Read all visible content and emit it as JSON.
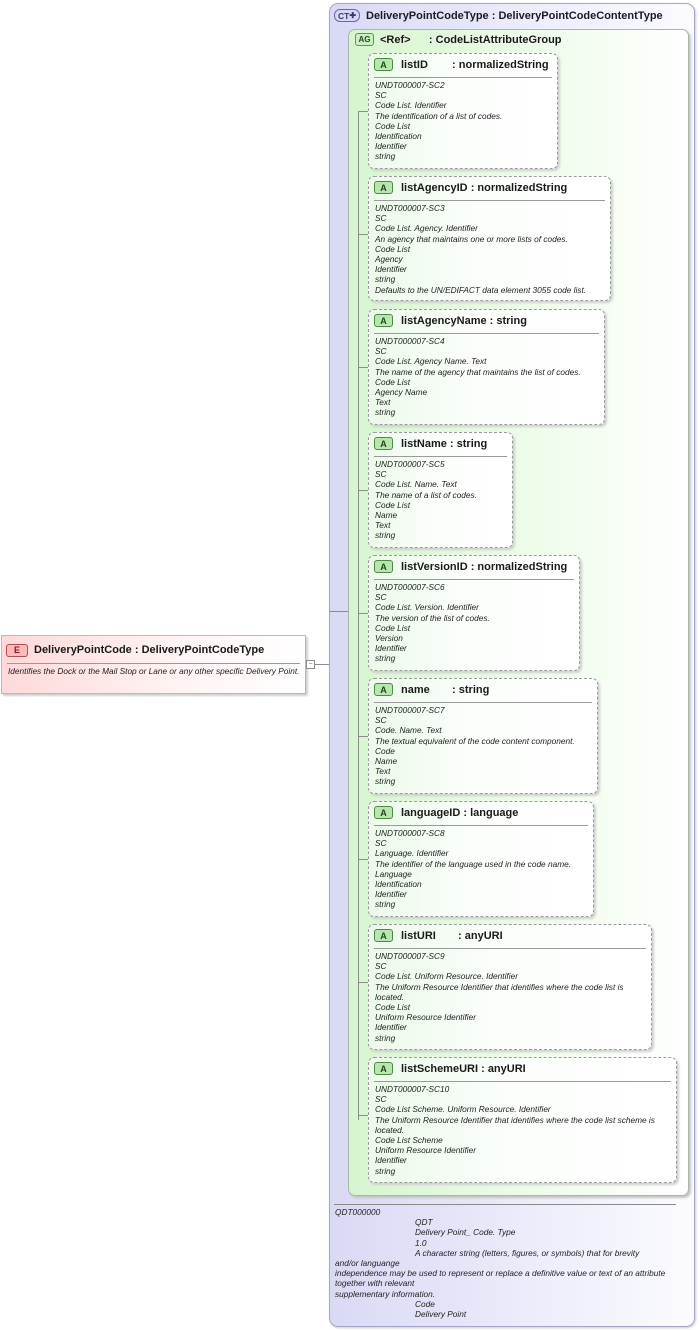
{
  "element": {
    "badge": "E",
    "name": "DeliveryPointCode",
    "type": "DeliveryPointCodeType",
    "documentation": "Identifies the Dock or the Mail Stop or Lane or any other specific Delivery Point."
  },
  "complex_type": {
    "badge": "CT",
    "name": "DeliveryPointCodeType",
    "base": "DeliveryPointCodeContentType",
    "doc_id": "QDT000000",
    "doc_indented_1": [
      "QDT",
      "Delivery Point_ Code. Type",
      "1.0",
      "A character string (letters, figures, or symbols) that for brevity"
    ],
    "doc_full": [
      "and/or languange",
      "independence may be used to represent or replace a definitive value or text of an attribute together with relevant",
      "supplementary information."
    ],
    "doc_indented_2": [
      "Code",
      "Delivery Point"
    ]
  },
  "attribute_group": {
    "badge": "AG",
    "name": "<Ref>",
    "type": "CodeListAttributeGroup"
  },
  "attributes": [
    {
      "badge": "A",
      "name": "listID",
      "type": "normalizedString",
      "lines": [
        "UNDT000007-SC2",
        "SC",
        "Code List. Identifier",
        "The identification of a list of codes.",
        "Code List",
        "Identification",
        "Identifier",
        "string"
      ]
    },
    {
      "badge": "A",
      "name": "listAgencyID",
      "type": "normalizedString",
      "lines": [
        "UNDT000007-SC3",
        "SC",
        "Code List. Agency. Identifier",
        "An agency that maintains one or more lists of codes.",
        "Code List",
        "Agency",
        "Identifier",
        "string",
        "Defaults to the UN/EDIFACT data element 3055 code list."
      ]
    },
    {
      "badge": "A",
      "name": "listAgencyName",
      "type": "string",
      "lines": [
        "UNDT000007-SC4",
        "SC",
        "Code List. Agency Name. Text",
        "The name of the agency that maintains the list of codes.",
        "Code List",
        "Agency Name",
        "Text",
        "string"
      ]
    },
    {
      "badge": "A",
      "name": "listName",
      "type": "string",
      "lines": [
        "UNDT000007-SC5",
        "SC",
        "Code List. Name. Text",
        "The name of a list of codes.",
        "Code List",
        "Name",
        "Text",
        "string"
      ]
    },
    {
      "badge": "A",
      "name": "listVersionID",
      "type": "normalizedString",
      "lines": [
        "UNDT000007-SC6",
        "SC",
        "Code List. Version. Identifier",
        "The version of the list of codes.",
        "Code List",
        "Version",
        "Identifier",
        "string"
      ]
    },
    {
      "badge": "A",
      "name": "name",
      "type": "string",
      "lines": [
        "UNDT000007-SC7",
        "SC",
        "Code. Name. Text",
        "The textual equivalent of the code content component.",
        "Code",
        "Name",
        "Text",
        "string"
      ]
    },
    {
      "badge": "A",
      "name": "languageID",
      "type": "language",
      "lines": [
        "UNDT000007-SC8",
        "SC",
        "Language. Identifier",
        "The identifier of the language used in the code name.",
        "Language",
        "Identification",
        "Identifier",
        "string"
      ]
    },
    {
      "badge": "A",
      "name": "listURI",
      "type": "anyURI",
      "lines": [
        "UNDT000007-SC9",
        "SC",
        "Code List. Uniform Resource. Identifier",
        "The Uniform Resource Identifier that identifies where the code list is located.",
        "Code List",
        "Uniform Resource Identifier",
        "Identifier",
        "string"
      ]
    },
    {
      "badge": "A",
      "name": "listSchemeURI",
      "type": "anyURI",
      "lines": [
        "UNDT000007-SC10",
        "SC",
        "Code List Scheme. Uniform Resource. Identifier",
        "The Uniform Resource Identifier that identifies where the code list scheme is located.",
        "Code List Scheme",
        "Uniform Resource Identifier",
        "Identifier",
        "string"
      ]
    }
  ]
}
